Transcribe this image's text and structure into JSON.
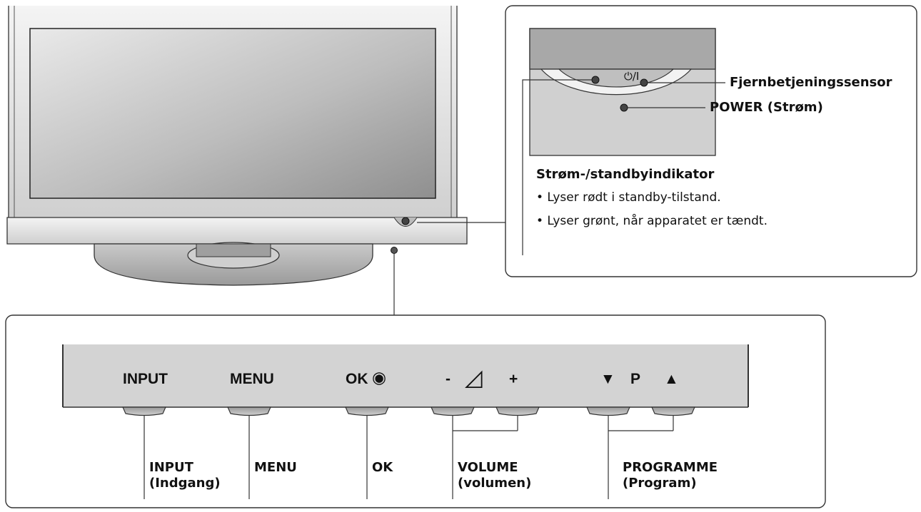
{
  "front_panel": {
    "power_symbol": "⏻/I",
    "labels": {
      "remote_sensor": "Fjernbetjeningssensor",
      "power": "POWER (Strøm)"
    },
    "indicator": {
      "title": "Strøm-/standbyindikator",
      "bullets": [
        "• Lyser rødt i standby-tilstand.",
        "• Lyser grønt, når apparatet er tændt."
      ]
    }
  },
  "button_panel": {
    "buttons": {
      "input": "INPUT",
      "menu": "MENU",
      "ok": "OK",
      "ok_symbol": "◉",
      "vol_minus": "-",
      "vol_symbol": "◿",
      "vol_plus": "+",
      "prog_down": "▼",
      "prog_p": "P",
      "prog_up": "▲"
    },
    "labels": {
      "input": "INPUT",
      "input_sub": "(Indgang)",
      "menu": "MENU",
      "ok": "OK",
      "volume": "VOLUME",
      "volume_sub": "(volumen)",
      "programme": "PROGRAMME",
      "programme_sub": "(Program)"
    }
  }
}
